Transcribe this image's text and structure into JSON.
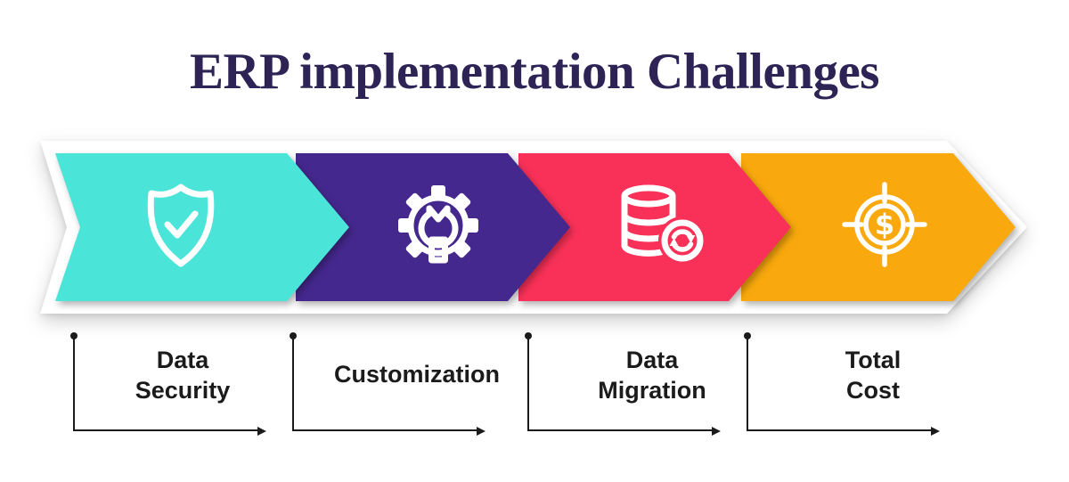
{
  "title": "ERP implementation Challenges",
  "steps": [
    {
      "name": "data-security",
      "color": "#4BE4D9",
      "icon": "shield-check-icon",
      "label": {
        "line1": "Data",
        "line2": "Security"
      }
    },
    {
      "name": "customization",
      "color": "#45288E",
      "icon": "gear-wrench-icon",
      "label": {
        "line1": "Customization",
        "line2": ""
      }
    },
    {
      "name": "data-migration",
      "color": "#F93158",
      "icon": "database-sync-icon",
      "label": {
        "line1": "Data",
        "line2": "Migration"
      }
    },
    {
      "name": "total-cost",
      "color": "#F9A90D",
      "icon": "target-dollar-icon",
      "label": {
        "line1": "Total",
        "line2": "Cost"
      },
      "symbol": "$"
    }
  ],
  "colors": {
    "title_text": "#2D2355",
    "label_text": "#1B1B1B",
    "connector": "#1B1B1B",
    "band_outline": "#FFFFFF",
    "icon_stroke": "#FFFFFF"
  }
}
